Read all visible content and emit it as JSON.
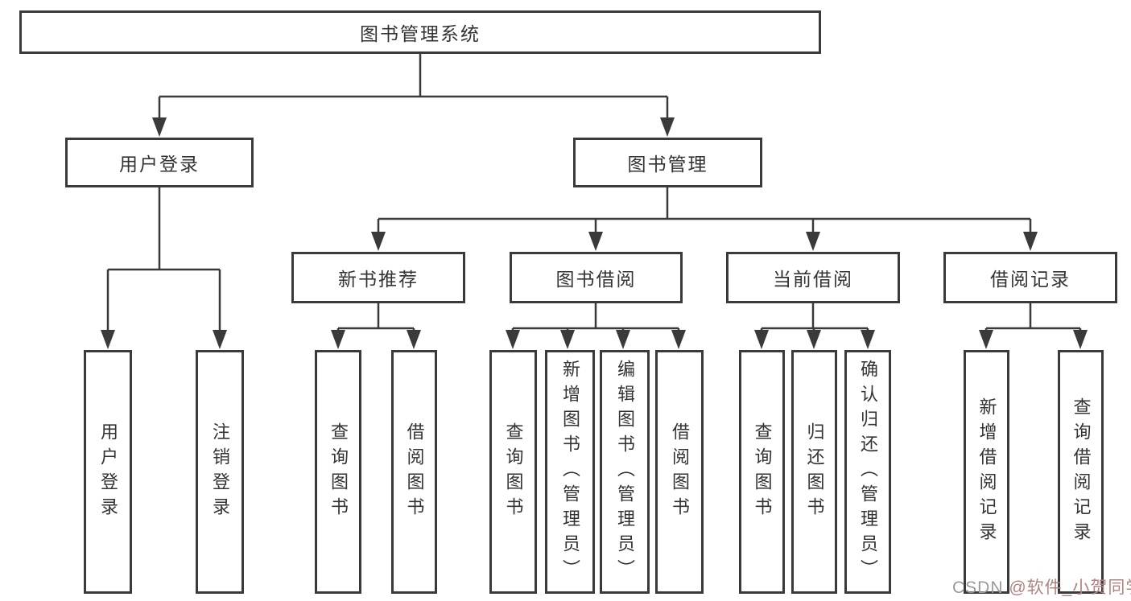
{
  "diagram": {
    "root": {
      "label": "图书管理系统"
    },
    "branches": [
      {
        "label": "用户登录",
        "children": [
          {
            "label": "用户登录"
          },
          {
            "label": "注销登录"
          }
        ]
      },
      {
        "label": "图书管理",
        "children": [
          {
            "label": "新书推荐",
            "children": [
              {
                "label": "查询图书"
              },
              {
                "label": "借阅图书"
              }
            ]
          },
          {
            "label": "图书借阅",
            "children": [
              {
                "label": "查询图书"
              },
              {
                "label": "新增图书（管理员）"
              },
              {
                "label": "编辑图书（管理员）"
              },
              {
                "label": "借阅图书"
              }
            ]
          },
          {
            "label": "当前借阅",
            "children": [
              {
                "label": "查询图书"
              },
              {
                "label": "归还图书"
              },
              {
                "label": "确认归还（管理员）"
              }
            ]
          },
          {
            "label": "借阅记录",
            "children": [
              {
                "label": "新增借阅记录"
              },
              {
                "label": "查询借阅记录"
              }
            ]
          }
        ]
      }
    ]
  },
  "watermark": {
    "prefix": "CSDN ",
    "handle": "@软件_小贺同学"
  },
  "colors": {
    "line": "#3a3a3a",
    "text": "#333333",
    "background": "#ffffff",
    "watermark_gray": "#9a9a9a",
    "watermark_red": "#b0837d"
  }
}
